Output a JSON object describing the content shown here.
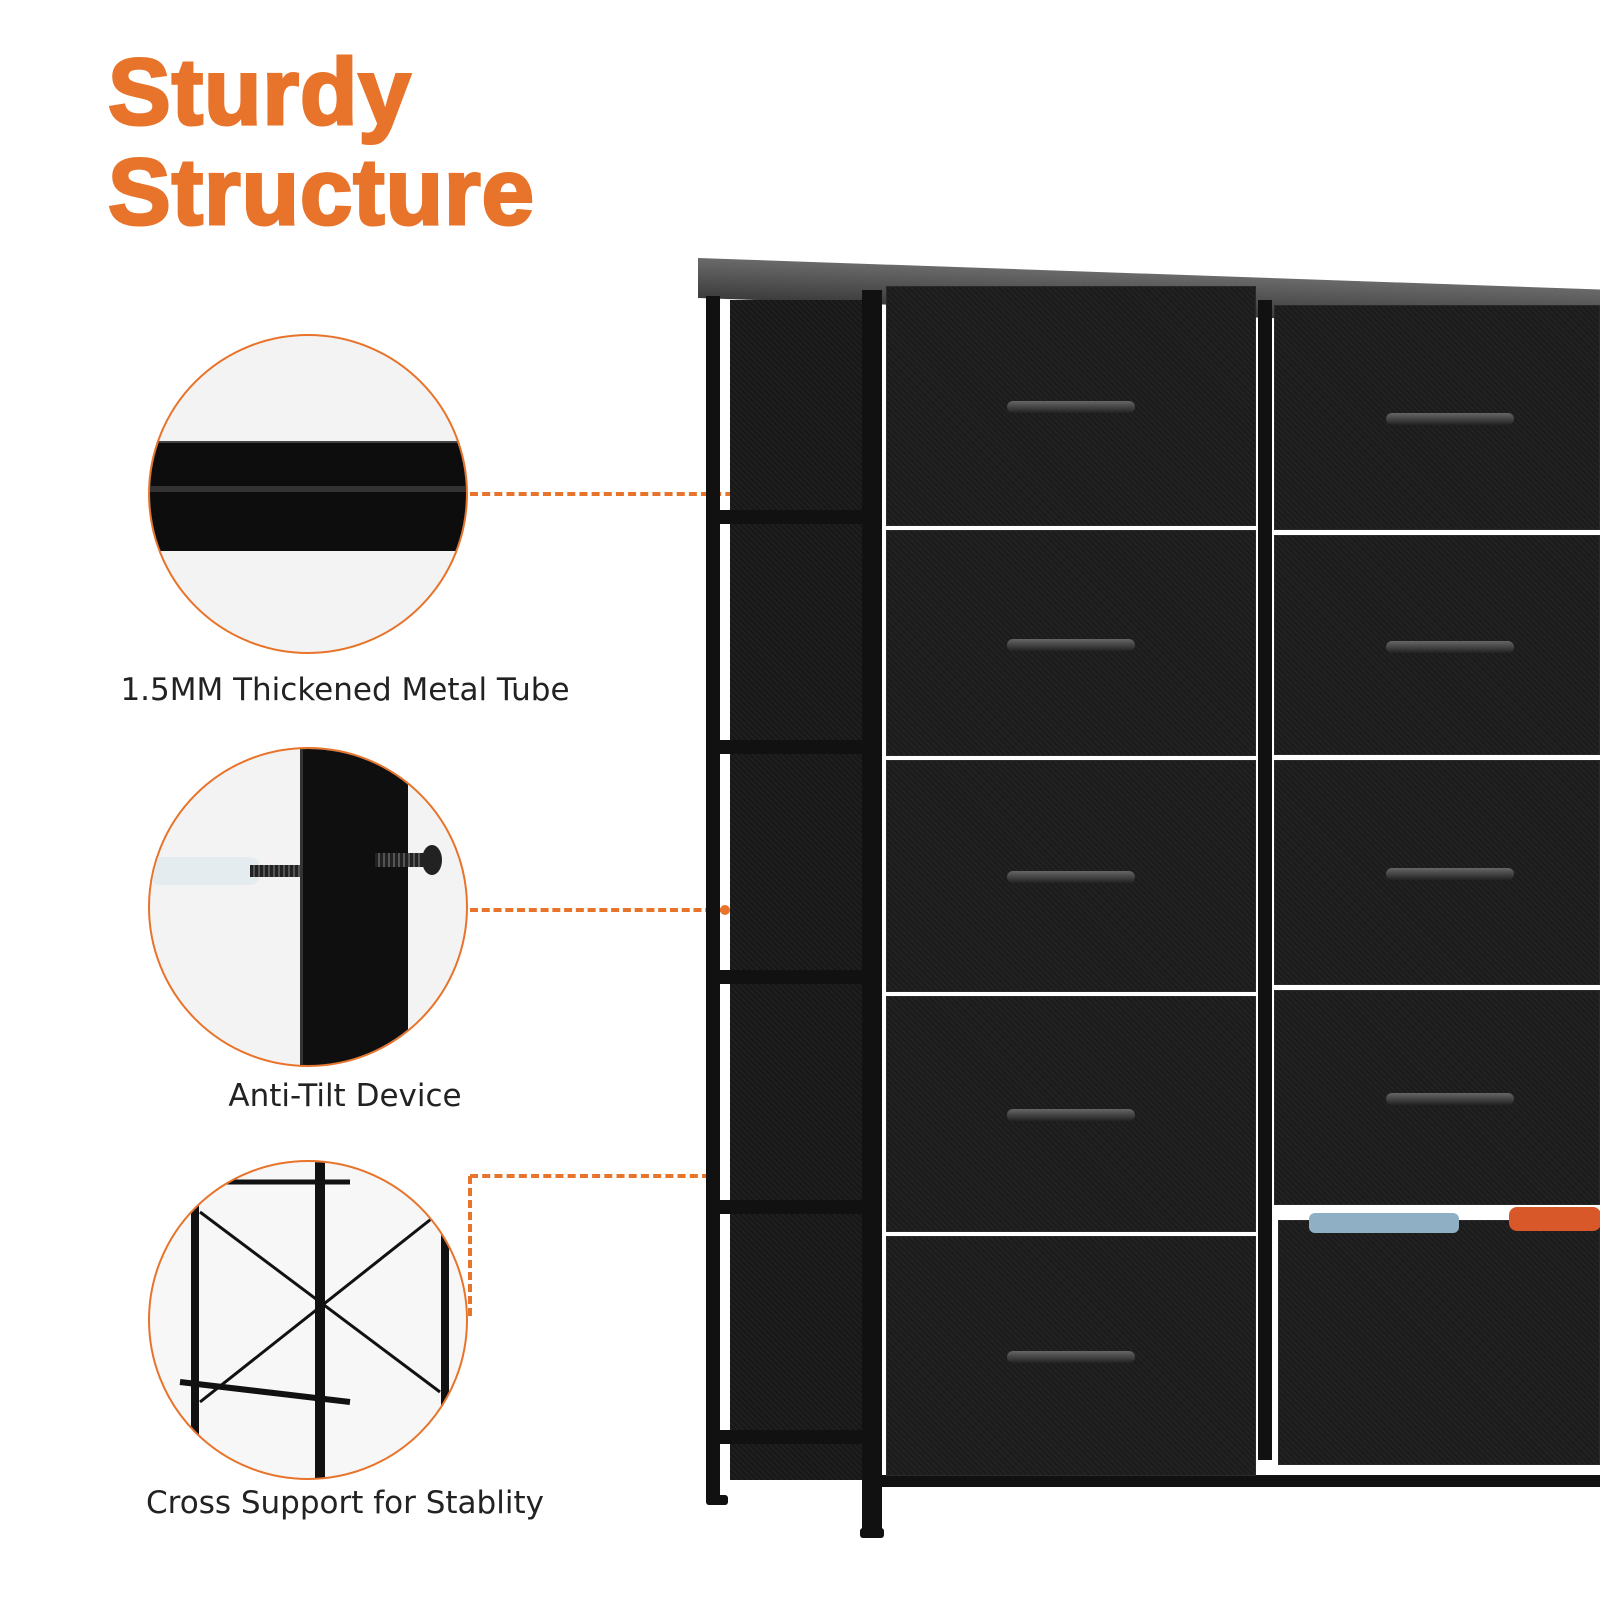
{
  "title": {
    "line1": "Sturdy",
    "line2": "Structure"
  },
  "features": [
    {
      "label": "1.5MM Thickened Metal Tube",
      "icon": "metal-tube-closeup"
    },
    {
      "label": "Anti-Tilt Device",
      "icon": "anti-tilt-screw-closeup"
    },
    {
      "label": "Cross Support for Stablity",
      "icon": "cross-support-closeup"
    }
  ],
  "colors": {
    "accent": "#e8732a",
    "drawer": "#1d1d1d",
    "frame": "#111111",
    "top": "#5a5a5a"
  }
}
